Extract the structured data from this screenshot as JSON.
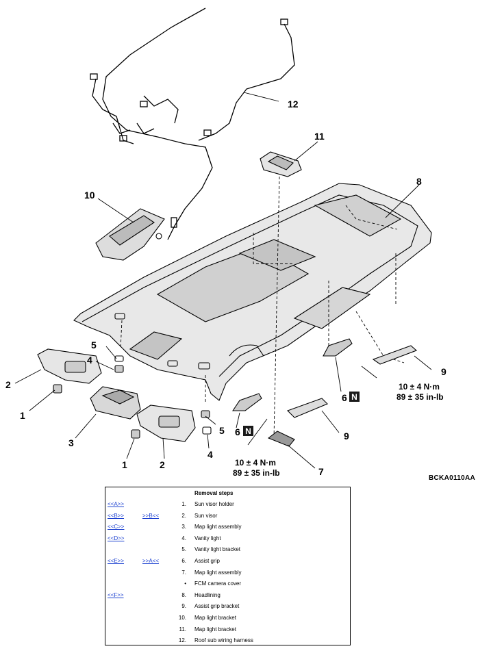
{
  "diagram": {
    "callouts": [
      "1",
      "2",
      "3",
      "4",
      "5",
      "6",
      "7",
      "8",
      "9",
      "10",
      "11",
      "12"
    ],
    "torque": {
      "line1": "10 ± 4 N·m",
      "line2": "89 ± 35 in-lb"
    },
    "new_mark": "N",
    "figure_code": "BCKA0110AA"
  },
  "table": {
    "header": "Removal steps",
    "rows": [
      {
        "ref1": "<<A>>",
        "ref2": "",
        "num": "1.",
        "desc": "Sun visor holder"
      },
      {
        "ref1": "<<B>>",
        "ref2": ">>B<<",
        "num": "2.",
        "desc": "Sun visor"
      },
      {
        "ref1": "<<C>>",
        "ref2": "",
        "num": "3.",
        "desc": "Map light assembly"
      },
      {
        "ref1": "<<D>>",
        "ref2": "",
        "num": "4.",
        "desc": "Vanity light"
      },
      {
        "ref1": "",
        "ref2": "",
        "num": "5.",
        "desc": "Vanity light bracket"
      },
      {
        "ref1": "<<E>>",
        "ref2": ">>A<<",
        "num": "6.",
        "desc": "Assist grip"
      },
      {
        "ref1": "",
        "ref2": "",
        "num": "7.",
        "desc": "Map light assembly"
      },
      {
        "ref1": "",
        "ref2": "",
        "num": "•",
        "desc": "FCM camera cover"
      },
      {
        "ref1": "<<F>>",
        "ref2": "",
        "num": "8.",
        "desc": "Headlining"
      },
      {
        "ref1": "",
        "ref2": "",
        "num": "9.",
        "desc": "Assist grip bracket"
      },
      {
        "ref1": "",
        "ref2": "",
        "num": "10.",
        "desc": "Map light bracket"
      },
      {
        "ref1": "",
        "ref2": "",
        "num": "11.",
        "desc": "Map light bracket"
      },
      {
        "ref1": "",
        "ref2": "",
        "num": "12.",
        "desc": "Roof sub wiring harness"
      }
    ]
  }
}
